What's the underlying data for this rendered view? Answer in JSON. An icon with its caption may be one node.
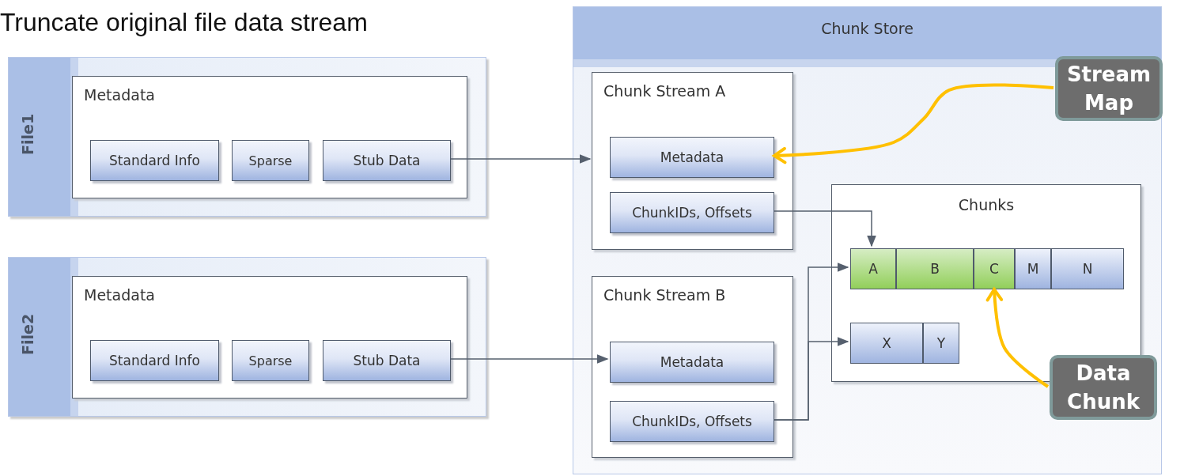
{
  "diagram": {
    "nodes": [
      {
        "text": [
          "File1"
        ]
      },
      {
        "text": [
          "Metadata"
        ],
        "in": 0
      },
      {
        "text": [
          "Standard Info"
        ],
        "in": 1
      },
      {
        "text": [
          "Sparse"
        ],
        "in": 1
      },
      {
        "text": [
          "Stub Data"
        ],
        "in": 1
      },
      {
        "text": [
          "File2"
        ]
      },
      {
        "text": [
          "Metadata"
        ],
        "in": 5
      },
      {
        "text": [
          "Standard Info"
        ],
        "in": 6
      },
      {
        "text": [
          "Sparse"
        ],
        "in": 6
      },
      {
        "text": [
          "Stub Data"
        ],
        "in": 6
      },
      {
        "text": [
          "Chunk Store"
        ]
      },
      {
        "text": [
          "Chunk Stream A"
        ],
        "in": 10
      },
      {
        "text": [
          "Metadata"
        ],
        "in": 11
      },
      {
        "text": [
          "ChunkIDs, Offsets"
        ],
        "in": 11
      },
      {
        "text": [
          "Chunk Stream B"
        ],
        "in": 10
      },
      {
        "text": [
          "Metadata"
        ],
        "in": 14
      },
      {
        "text": [
          "ChunkIDs, Offsets"
        ],
        "in": 14
      },
      {
        "text": [
          "Chunks"
        ],
        "in": 10
      },
      {
        "text": [
          "A"
        ],
        "in": 17
      },
      {
        "text": [
          "B"
        ],
        "in": 17
      },
      {
        "text": [
          "C"
        ],
        "in": 17
      },
      {
        "text": [
          "M"
        ],
        "in": 17
      },
      {
        "text": [
          "N"
        ],
        "in": 17
      },
      {
        "text": [
          "X"
        ],
        "in": 17
      },
      {
        "text": [
          "Y"
        ],
        "in": 17
      },
      {
        "text": [
          "Stream Map"
        ],
        "in": 10
      },
      {
        "text": [
          "Data Chunk"
        ],
        "in": 10
      }
    ],
    "edges": [
      {
        "from": 4,
        "to": 11,
        "arrow": "to"
      },
      {
        "from": 9,
        "to": 15,
        "arrow": "to"
      },
      {
        "from": 13,
        "to": 18,
        "arrow": "to"
      },
      {
        "from": 16,
        "to": 18,
        "arrow": "to"
      },
      {
        "from": 16,
        "to": 23,
        "arrow": "to"
      },
      {
        "from": 25,
        "to": 12,
        "arrow": "to",
        "style": "thick",
        "color": "#ffc000"
      },
      {
        "from": 26,
        "to": 20,
        "arrow": "to",
        "style": "thick",
        "color": "#ffc000"
      }
    ],
    "labels": [
      "Truncate original file data stream"
    ]
  }
}
